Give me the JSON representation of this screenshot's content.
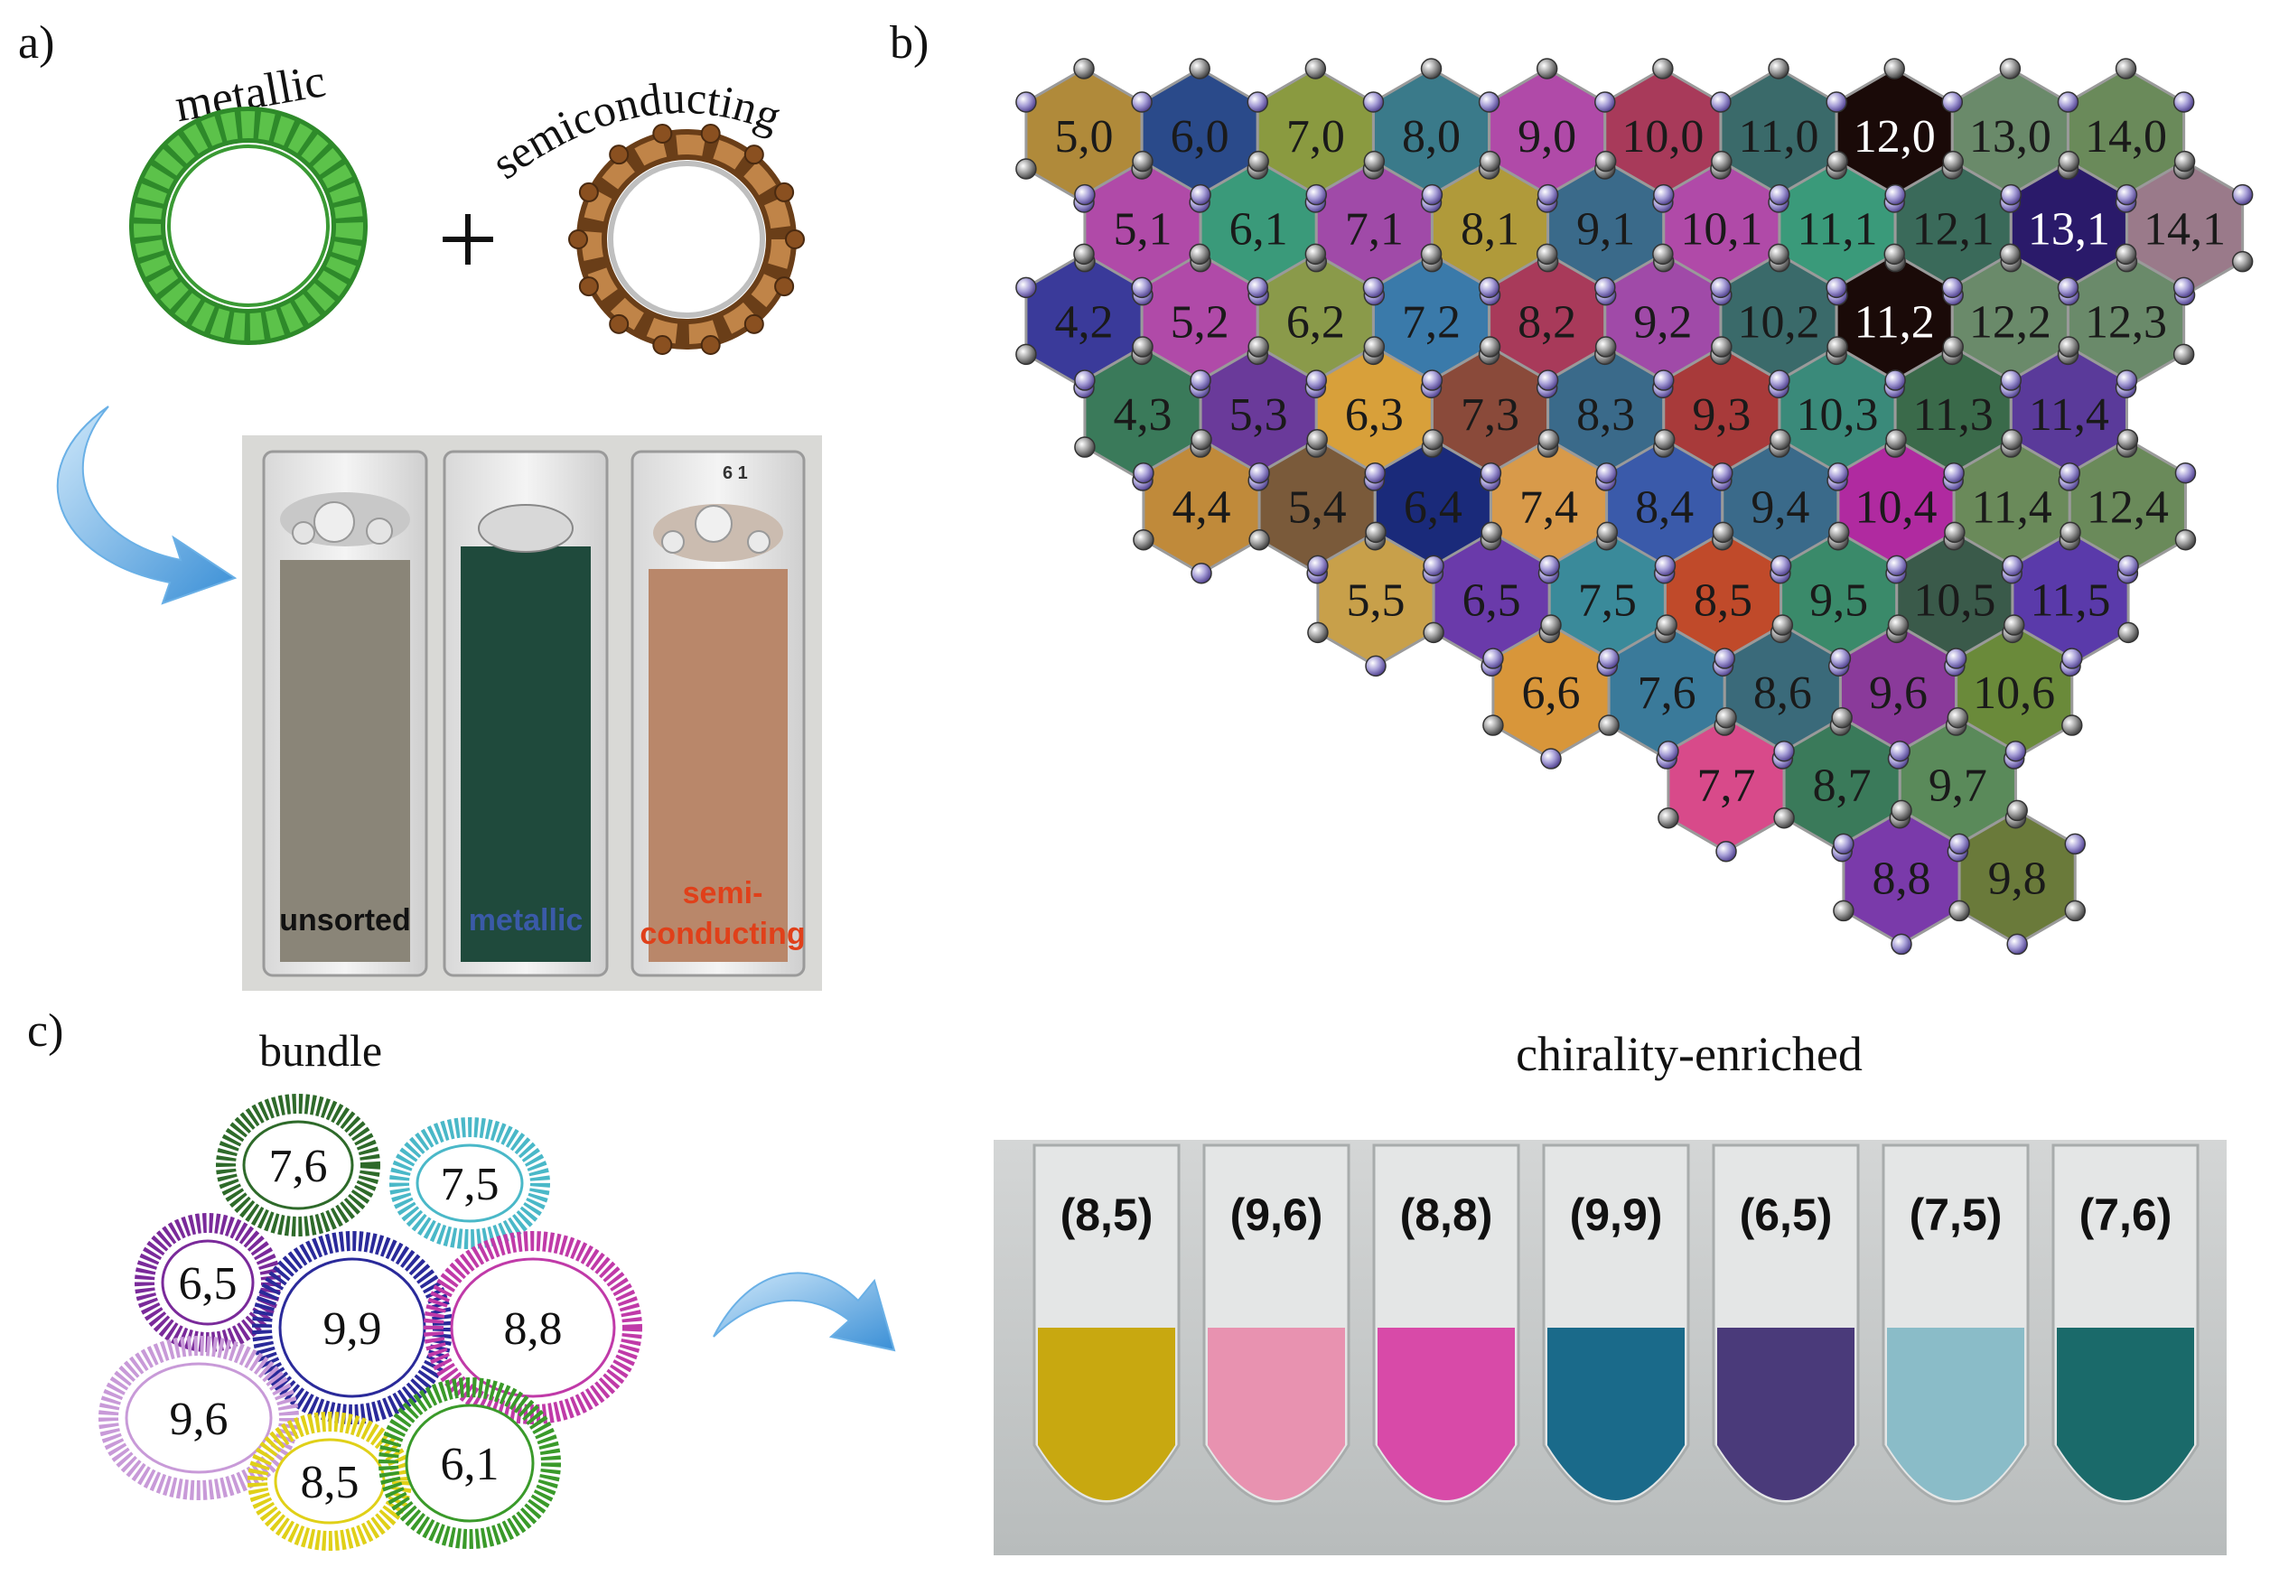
{
  "panels": {
    "a": "a)",
    "b": "b)",
    "c": "c)"
  },
  "panel_a": {
    "ring_metallic_label": "metallic",
    "ring_semiconducting_label": "semiconducting",
    "plus": "+",
    "vial_labels": [
      "unsorted",
      "metallic",
      "semi-",
      "conducting"
    ],
    "cap_text": "6 1",
    "colors": {
      "metallic_ring": "#4caf3c",
      "semi_ring": "#a0642a",
      "arrow": "#4aa3e0",
      "vial_unsorted": "#8a8578",
      "vial_metallic": "#1f4a3c",
      "vial_semi": "#b9876a"
    }
  },
  "panel_b": {
    "rows": [
      {
        "labels": [
          "5,0",
          "6,0",
          "7,0",
          "8,0",
          "9,0",
          "10,0",
          "11,0",
          "12,0",
          "13,0",
          "14,0"
        ],
        "colors": [
          "#b08a3a",
          "#2a4a8a",
          "#8a9a40",
          "#3a7a8a",
          "#b04aa8",
          "#a83a5a",
          "#3a6a6a",
          "#1a0a08",
          "#6a8a6a",
          "#6a8a5a"
        ]
      },
      {
        "labels": [
          "5,1",
          "6,1",
          "7,1",
          "8,1",
          "9,1",
          "10,1",
          "11,1",
          "12,1",
          "13,1",
          "14,1"
        ],
        "colors": [
          "#b04aa8",
          "#3a9a7a",
          "#a04aa8",
          "#b09a3a",
          "#3a6a8a",
          "#b04aa8",
          "#3a9a7a",
          "#3a6a5a",
          "#2a1a6a",
          "#9a7a8a"
        ]
      },
      {
        "labels": [
          "4,2",
          "5,2",
          "6,2",
          "7,2",
          "8,2",
          "9,2",
          "10,2",
          "11,2",
          "12,2",
          "12,3"
        ],
        "colors": [
          "#3a3a9a",
          "#b04aa8",
          "#8a9a4a",
          "#3a7aaa",
          "#a83a5a",
          "#a04aa8",
          "#3a6a6a",
          "#1a0a08",
          "#6a8a6a",
          "#6a8a6a"
        ]
      },
      {
        "labels": [
          "4,3",
          "5,3",
          "6,3",
          "7,3",
          "8,3",
          "9,3",
          "10,3",
          "11,3",
          "11,4"
        ],
        "colors": [
          "#3a7a5a",
          "#6a3a9a",
          "#d8a03a",
          "#8a4a3a",
          "#3a6a8a",
          "#a83a3a",
          "#3a8a7a",
          "#3a6a4a",
          "#5a3a9a"
        ]
      },
      {
        "labels": [
          "4,4",
          "5,4",
          "6,4",
          "7,4",
          "8,4",
          "9,4",
          "10,4",
          "11,4",
          "12,4"
        ],
        "colors": [
          "#c08a3a",
          "#7a5a3a",
          "#1a2a7a",
          "#d89a4a",
          "#3a5aaa",
          "#3a6a8a",
          "#b02aa0",
          "#6a8a5a",
          "#6a8a5a"
        ]
      },
      {
        "labels": [
          "5,5",
          "6,5",
          "7,5",
          "8,5",
          "9,5",
          "10,5",
          "11,5"
        ],
        "colors": [
          "#c8a04a",
          "#6a3aaa",
          "#3a8a9a",
          "#c04a2a",
          "#3a8a6a",
          "#3a5a4a",
          "#5a3aaa"
        ]
      },
      {
        "labels": [
          "6,6",
          "7,6",
          "8,6",
          "9,6",
          "10,6"
        ],
        "colors": [
          "#d8963a",
          "#3a7a9a",
          "#3a6a7a",
          "#8a3a9a",
          "#6a8a3a"
        ]
      },
      {
        "labels": [
          "7,7",
          "8,7",
          "9,7"
        ],
        "colors": [
          "#d84a8a",
          "#3a7a5a",
          "#5a8a5a"
        ]
      },
      {
        "labels": [
          "8,8",
          "9,8"
        ],
        "colors": [
          "#7a3aaa",
          "#6a7a3a"
        ]
      }
    ],
    "white_text_cells": [
      "12,0",
      "13,1",
      "11,2"
    ]
  },
  "panel_c": {
    "bundle_label": "bundle",
    "bundle_tubes": [
      "7,6",
      "7,5",
      "6,5",
      "9,9",
      "8,8",
      "9,6",
      "8,5",
      "6,1"
    ],
    "enriched_label": "chirality-enriched",
    "tubes": [
      {
        "label": "(8,5)",
        "color": "#c8a810"
      },
      {
        "label": "(9,6)",
        "color": "#e892b0"
      },
      {
        "label": "(8,8)",
        "color": "#d84aa8"
      },
      {
        "label": "(9,9)",
        "color": "#1a6a8a"
      },
      {
        "label": "(6,5)",
        "color": "#4a3a7a"
      },
      {
        "label": "(7,5)",
        "color": "#8abcc8"
      },
      {
        "label": "(7,6)",
        "color": "#1a6a6a"
      }
    ]
  }
}
